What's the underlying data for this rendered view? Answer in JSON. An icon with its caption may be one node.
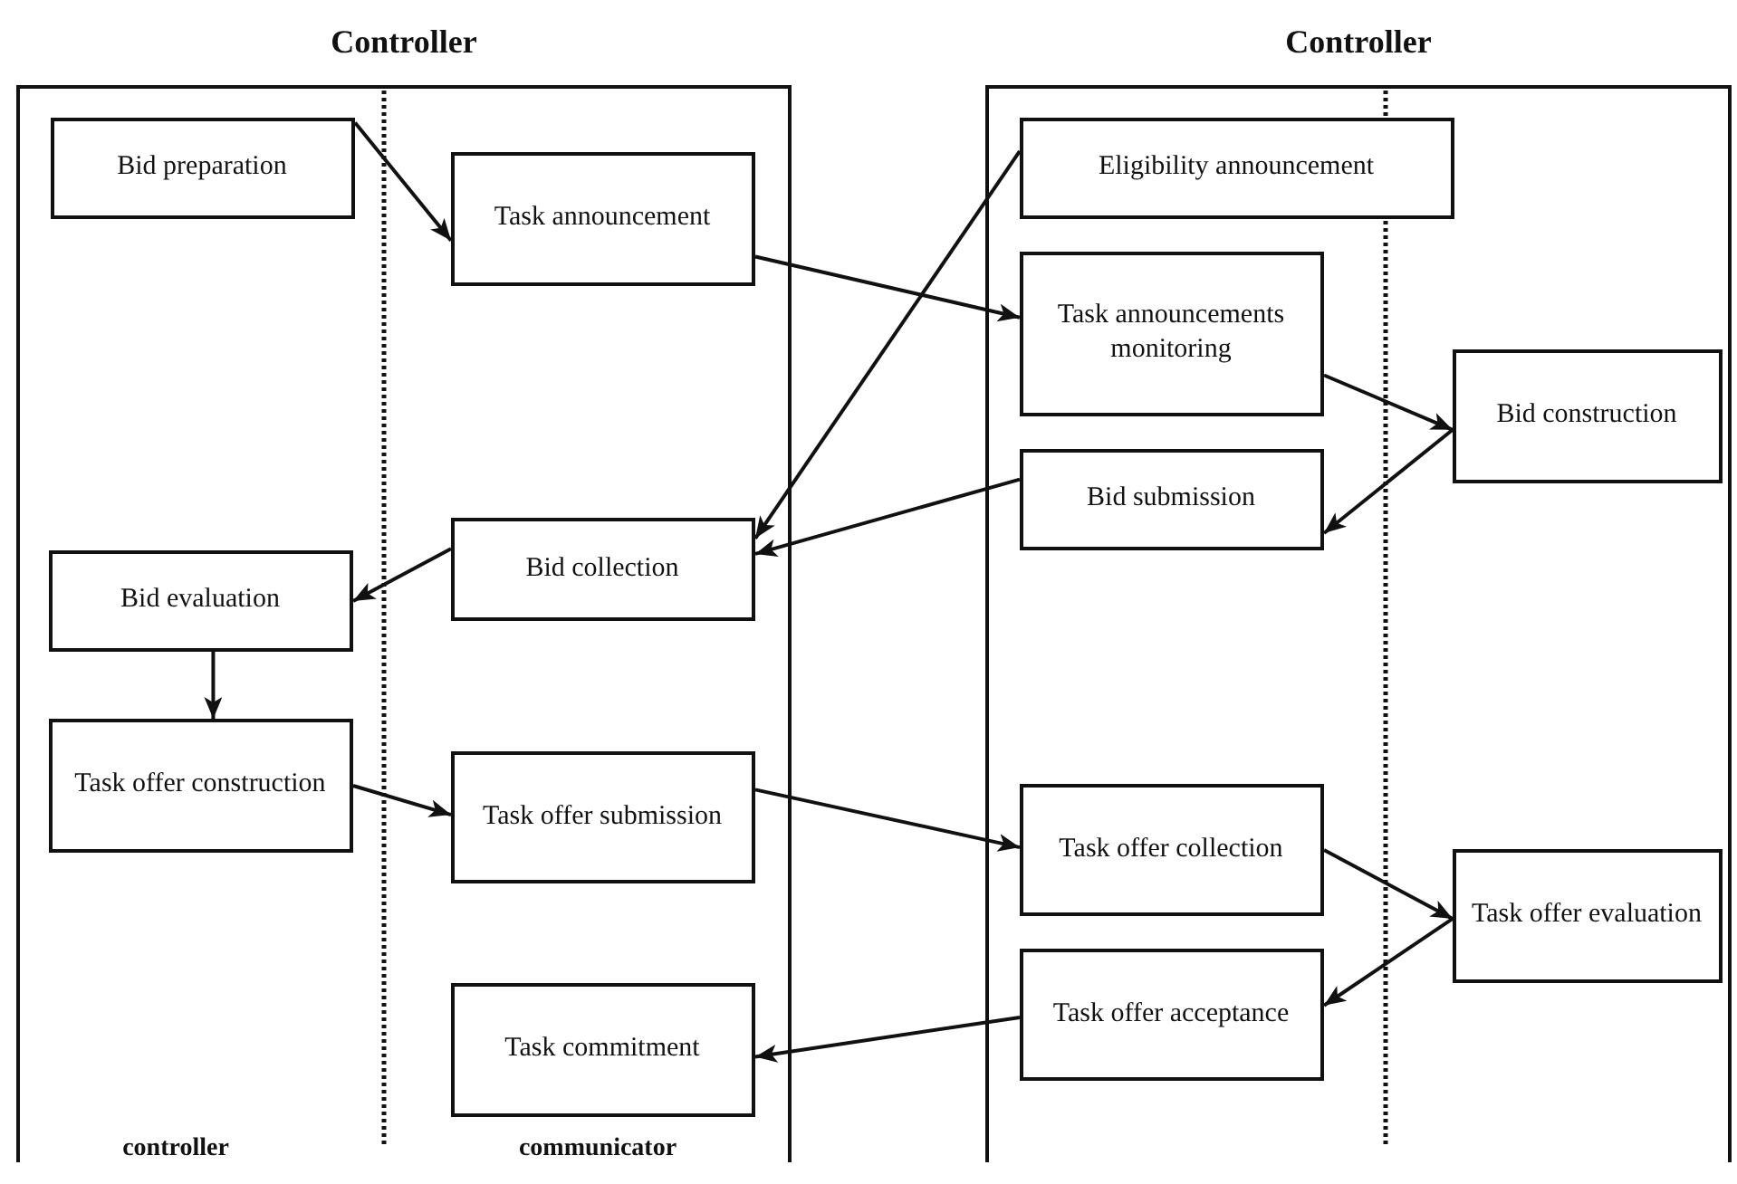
{
  "diagram": {
    "nodes": [
      {
        "text": [
          "Controller"
        ]
      },
      {
        "text": [
          "Bid preparation"
        ],
        "in": 0
      },
      {
        "text": [
          "Task announcement"
        ],
        "in": 0
      },
      {
        "text": [
          "Bid collection"
        ],
        "in": 0
      },
      {
        "text": [
          "Bid evaluation"
        ],
        "in": 0
      },
      {
        "text": [
          "Task offer construction"
        ],
        "in": 0
      },
      {
        "text": [
          "Task offer submission"
        ],
        "in": 0
      },
      {
        "text": [
          "Task commitment"
        ],
        "in": 0
      },
      {
        "text": [
          "Controller"
        ]
      },
      {
        "text": [
          "Eligibility announcement"
        ],
        "in": 8
      },
      {
        "text": [
          "Task announcements monitoring"
        ],
        "in": 8
      },
      {
        "text": [
          "Bid submission"
        ],
        "in": 8
      },
      {
        "text": [
          "Bid construction"
        ],
        "in": 8
      },
      {
        "text": [
          "Task offer collection"
        ],
        "in": 8
      },
      {
        "text": [
          "Task offer acceptance"
        ],
        "in": 8
      },
      {
        "text": [
          "Task offer evaluation"
        ],
        "in": 8
      }
    ],
    "edges": [
      {
        "from": 1,
        "to": 2,
        "arrow": "to"
      },
      {
        "from": 2,
        "to": 10,
        "arrow": "to"
      },
      {
        "from": 9,
        "to": 3,
        "arrow": "to"
      },
      {
        "from": 10,
        "to": 12,
        "arrow": "to"
      },
      {
        "from": 12,
        "to": 11,
        "arrow": "to"
      },
      {
        "from": 11,
        "to": 3,
        "arrow": "to"
      },
      {
        "from": 3,
        "to": 4,
        "arrow": "to"
      },
      {
        "from": 4,
        "to": 5,
        "arrow": "to"
      },
      {
        "from": 5,
        "to": 6,
        "arrow": "to"
      },
      {
        "from": 6,
        "to": 13,
        "arrow": "to"
      },
      {
        "from": 13,
        "to": 15,
        "arrow": "to"
      },
      {
        "from": 15,
        "to": 14,
        "arrow": "to"
      },
      {
        "from": 14,
        "to": 7,
        "arrow": "to"
      }
    ],
    "labels": [
      "controller",
      "communicator"
    ]
  }
}
